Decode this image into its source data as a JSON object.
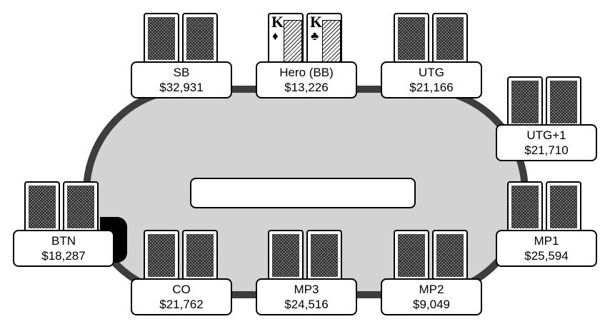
{
  "seats": [
    {
      "name": "SB",
      "stack": "$32,931"
    },
    {
      "name": "Hero (BB)",
      "stack": "$13,226"
    },
    {
      "name": "UTG",
      "stack": "$21,166"
    },
    {
      "name": "UTG+1",
      "stack": "$21,710"
    },
    {
      "name": "MP1",
      "stack": "$25,594"
    },
    {
      "name": "MP2",
      "stack": "$9,049"
    },
    {
      "name": "MP3",
      "stack": "$24,516"
    },
    {
      "name": "CO",
      "stack": "$21,762"
    },
    {
      "name": "BTN",
      "stack": "$18,287"
    }
  ],
  "hero_cards": [
    {
      "rank": "K",
      "suit": "♦"
    },
    {
      "rank": "K",
      "suit": "♣"
    }
  ],
  "colors": {
    "felt": "#d3d3d3",
    "rail": "#3d3d3d"
  }
}
